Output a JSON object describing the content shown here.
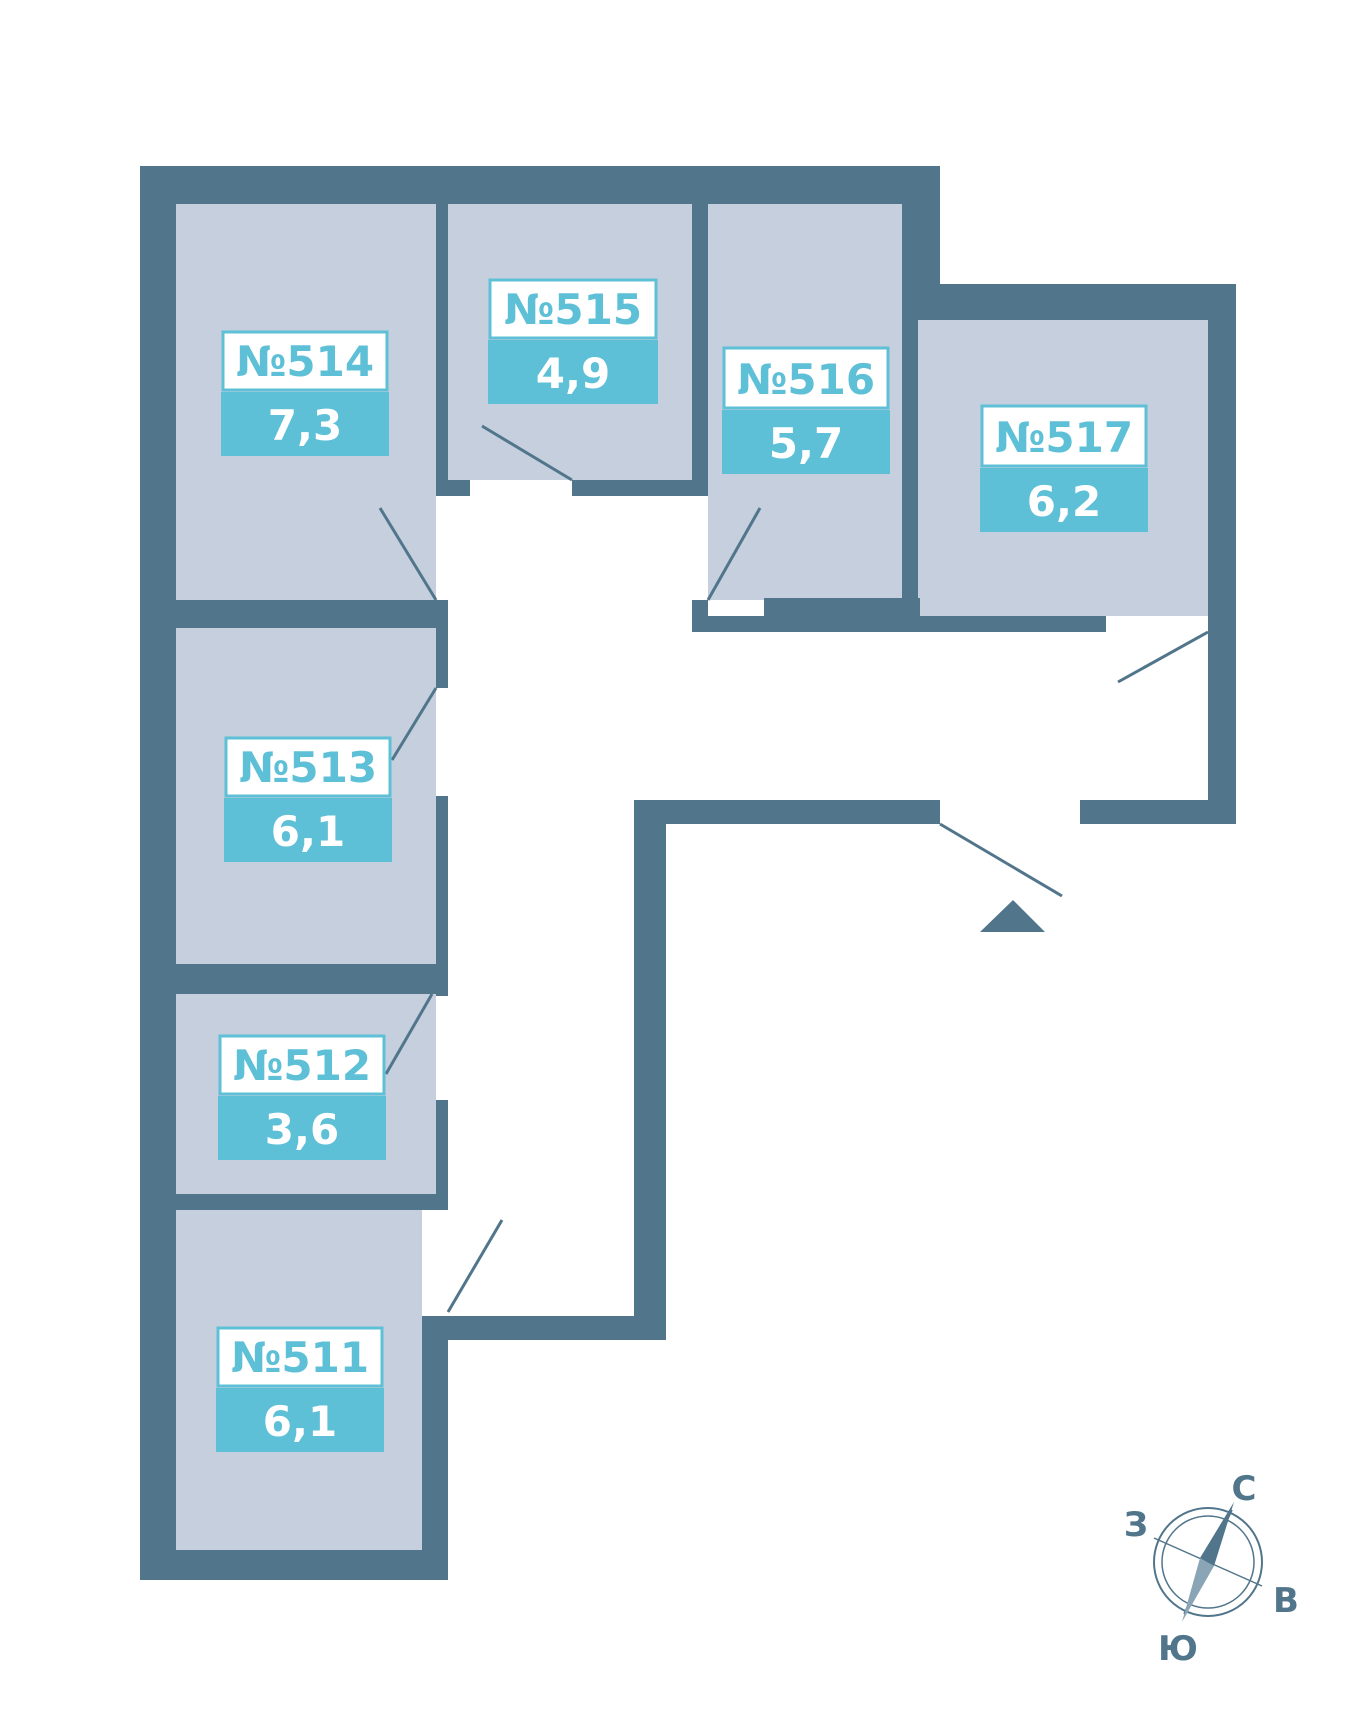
{
  "rooms": [
    {
      "id": "514",
      "number": "№514",
      "area": "7,3"
    },
    {
      "id": "515",
      "number": "№515",
      "area": "4,9"
    },
    {
      "id": "516",
      "number": "№516",
      "area": "5,7"
    },
    {
      "id": "517",
      "number": "№517",
      "area": "6,2"
    },
    {
      "id": "513",
      "number": "№513",
      "area": "6,1"
    },
    {
      "id": "512",
      "number": "№512",
      "area": "3,6"
    },
    {
      "id": "511",
      "number": "№511",
      "area": "6,1"
    }
  ],
  "compass": {
    "north": "С",
    "west": "З",
    "east": "В",
    "south": "Ю"
  },
  "colors": {
    "wall": "#51758b",
    "room": "#c5cfdd",
    "label": "#5ec0d6"
  },
  "icons": {
    "entrance": "entrance-triangle-icon",
    "compass": "compass-icon"
  }
}
